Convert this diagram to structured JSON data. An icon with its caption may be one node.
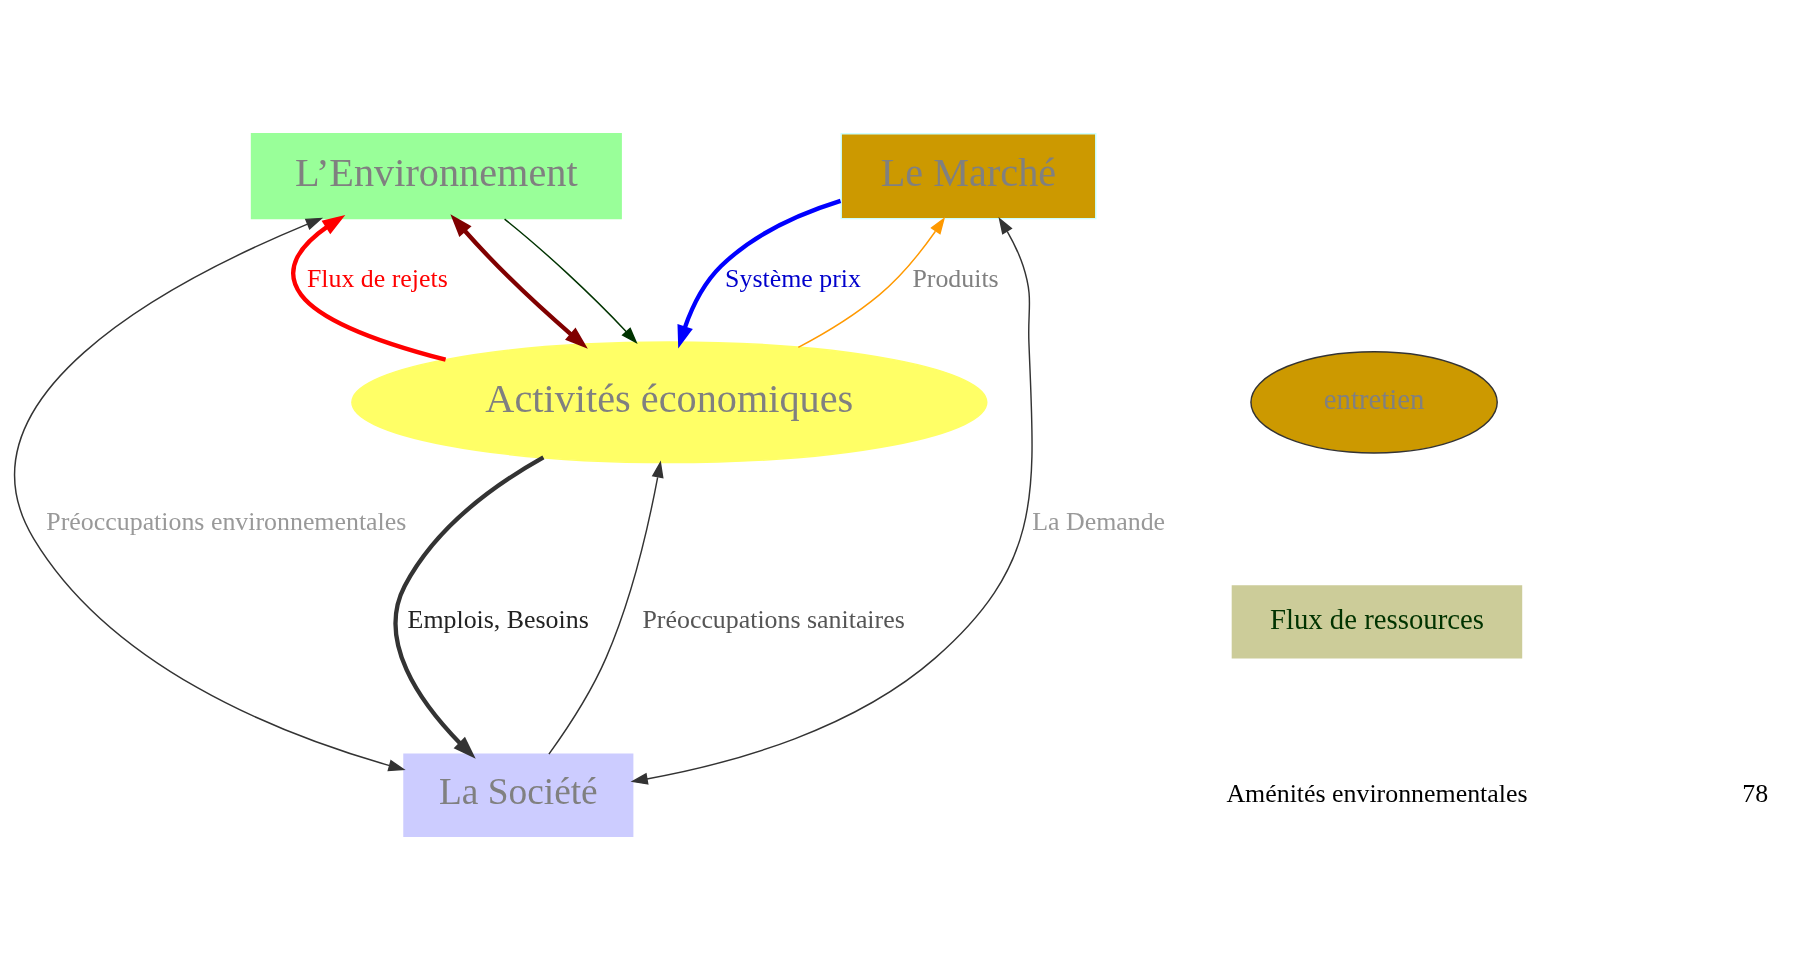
{
  "diagram": {
    "nodes": [
      {
        "text": [
          "L’Environnement"
        ]
      },
      {
        "text": [
          "Le Marché"
        ]
      },
      {
        "text": [
          "entretien"
        ]
      },
      {
        "text": [
          "Activités économiques"
        ]
      },
      {
        "text": [
          "Flux de ressources"
        ]
      },
      {
        "text": [
          "La Société"
        ]
      }
    ],
    "edges": [
      {
        "from": 3,
        "to": 0,
        "arrow": "to",
        "label": "Flux de rejets",
        "color": "#ff0000",
        "style": "thick"
      },
      {
        "from": 1,
        "to": 3,
        "arrow": "to",
        "label": "Système prix",
        "color": "#0000ff",
        "style": "thick"
      },
      {
        "from": 0,
        "to": 3,
        "arrow": "both",
        "color": "#800000",
        "style": "thick"
      },
      {
        "from": 0,
        "to": 3,
        "arrow": "to",
        "color": "#003300"
      },
      {
        "from": 3,
        "to": 1,
        "arrow": "to",
        "label": "Produits",
        "color": "#ff9900"
      },
      {
        "from": 3,
        "to": 5,
        "arrow": "to",
        "label": "Emplois, Besoins",
        "style": "thick"
      },
      {
        "from": 5,
        "to": 3,
        "arrow": "to",
        "label": "Préoccupations sanitaires"
      },
      {
        "from": 5,
        "to": 0,
        "arrow": "both",
        "label": "Préoccupations environnementales"
      },
      {
        "from": 5,
        "to": 1,
        "arrow": "both",
        "label": "La Demande"
      }
    ],
    "labels": [
      "Aménités environnementales",
      "78"
    ]
  }
}
